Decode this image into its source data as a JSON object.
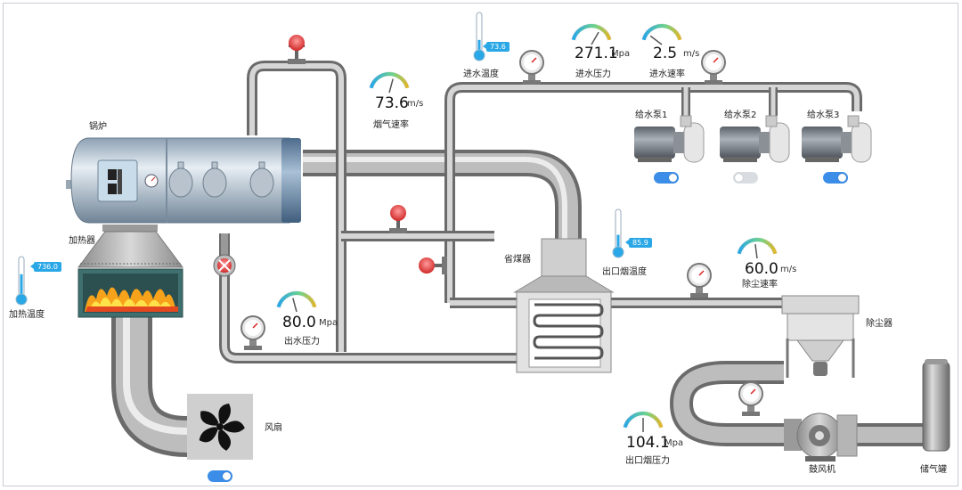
{
  "colors": {
    "pipe": "#8e8e8e",
    "toggle_on": "#3b8de8",
    "toggle_off": "#d9dde2",
    "tag_bg": "#2aa7e6",
    "valve": "#e23b3b",
    "gauge_arc_start": "#2aa7e6",
    "gauge_arc_end": "#e0b62a"
  },
  "labels": {
    "boiler": "锅炉",
    "heater": "加热器",
    "heat_temp": "加热温度",
    "fan": "风扇",
    "economizer": "省煤器",
    "dust_collector": "除尘器",
    "blower": "鼓风机",
    "gas_tank": "储气罐",
    "inlet_temp": "进水温度",
    "inlet_pressure": "进水压力",
    "inlet_rate": "进水速率",
    "smoke_speed": "烟气速率",
    "outlet_water_pressure": "出水压力",
    "outlet_smoke_temp": "出口烟温度",
    "dust_speed": "除尘速率",
    "outlet_smoke_pressure": "出口烟压力",
    "pump1": "给水泵1",
    "pump2": "给水泵2",
    "pump3": "给水泵3"
  },
  "readings": {
    "heat_temp": {
      "value": "736.0",
      "level": 0.55
    },
    "inlet_temp": {
      "value": "73.6",
      "level": 0.3
    },
    "outlet_smoke_temp": {
      "value": "85.9",
      "level": 0.35
    },
    "inlet_pressure": {
      "value": "271.1",
      "unit": "Mpa",
      "level": 0.7
    },
    "inlet_rate": {
      "value": "2.5",
      "unit": "m/s",
      "level": 0.15
    },
    "smoke_speed": {
      "value": "73.6",
      "unit": "m/s",
      "level": 0.6
    },
    "outlet_water_pressure": {
      "value": "80.0",
      "unit": "Mpa",
      "level": 0.4
    },
    "dust_speed": {
      "value": "60.0",
      "unit": "m/s",
      "level": 0.45
    },
    "outlet_smoke_pressure": {
      "value": "104.1",
      "unit": "Mpa",
      "level": 0.5
    }
  },
  "switches": {
    "pump1": "on",
    "pump2": "off",
    "pump3": "on",
    "fan": "on"
  },
  "icons": {
    "thermometer": "thermometer-icon",
    "pressure_gauge": "pressure-gauge-icon",
    "dial_gauge": "dial-gauge-icon",
    "valve": "valve-icon",
    "pump": "pump-icon",
    "fan": "fan-icon",
    "fire": "fire-icon"
  }
}
